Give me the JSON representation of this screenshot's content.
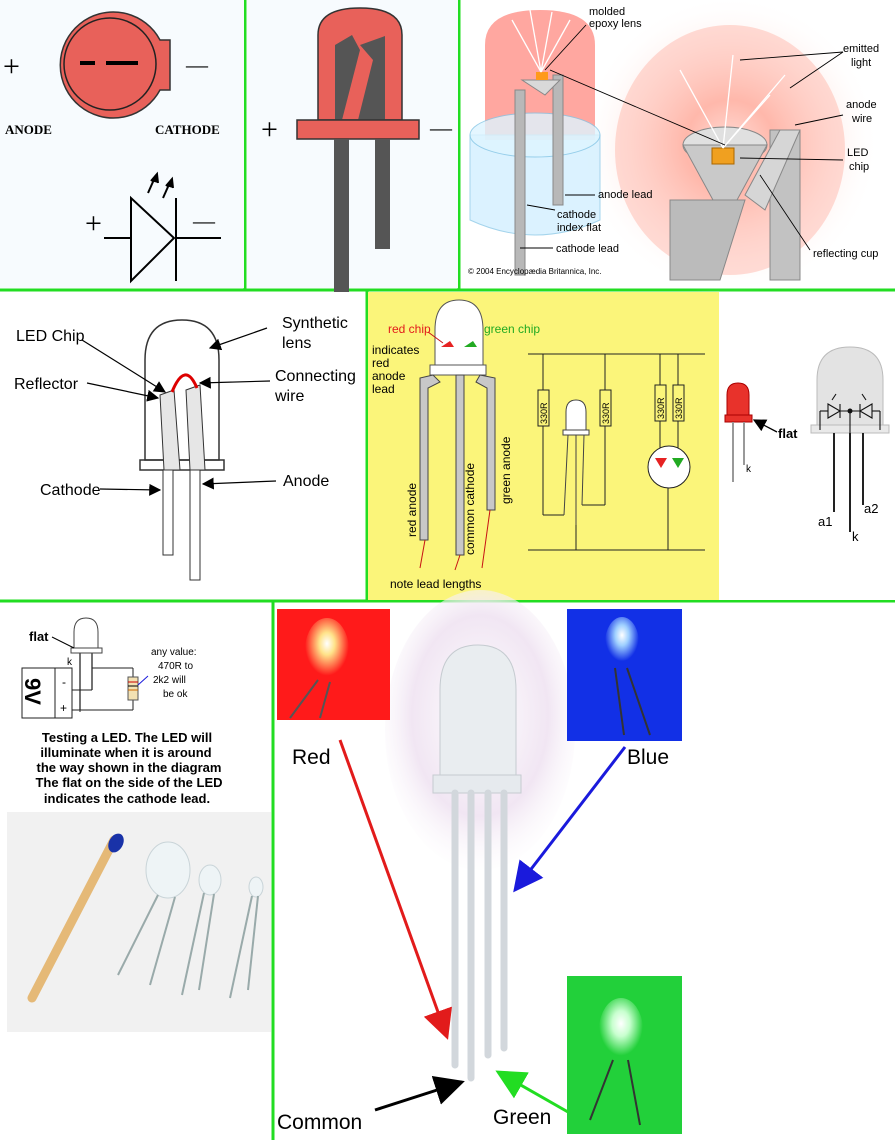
{
  "p1": {
    "anode": "ANODE",
    "cathode": "CATHODE",
    "plus": "+",
    "minus": "—"
  },
  "p2": {
    "plus": "+",
    "minus": "—"
  },
  "p3": {
    "molded": "molded",
    "epoxy_lens": "epoxy lens",
    "emitted": "emitted",
    "light": "light",
    "anode": "anode",
    "wire": "wire",
    "led": "LED",
    "chip": "chip",
    "anode_lead": "anode lead",
    "cathode": "cathode",
    "index_flat": "index flat",
    "cathode_lead": "cathode lead",
    "reflecting_cup": "reflecting cup",
    "copyright": "© 2004 Encyclopædia Britannica, Inc."
  },
  "p4": {
    "led_chip": "LED Chip",
    "reflector": "Reflector",
    "cathode": "Cathode",
    "synthetic": "Synthetic",
    "lens": "lens",
    "connecting": "Connecting",
    "wire": "wire",
    "anode": "Anode"
  },
  "p5": {
    "red_chip": "red chip",
    "green_chip": "green chip",
    "indicates": "indicates",
    "red": "red",
    "anode": "anode",
    "lead": "lead",
    "red_anode": "red anode",
    "common_cathode": "common cathode",
    "green_anode": "green anode",
    "note": "note lead lengths",
    "r1": "330R",
    "r2": "330R",
    "r3": "330R",
    "r4": "330R"
  },
  "p6": {
    "flat": "flat",
    "k": "k"
  },
  "p7": {
    "a1": "a1",
    "a2": "a2",
    "k": "k"
  },
  "p8": {
    "flat": "flat",
    "k": "k",
    "battery": "9V",
    "minus": "-",
    "plus": "+",
    "any_value": "any value:",
    "range1": "470R to",
    "range2": "2k2 will",
    "range3": "be ok",
    "caption1": "Testing a LED. The LED will",
    "caption2": "illuminate when it is around",
    "caption3": "the way shown in the diagram",
    "caption4": "The flat on the side of the LED",
    "caption5": "indicates the cathode lead."
  },
  "p9": {
    "red": "Red",
    "blue": "Blue",
    "common": "Common",
    "green": "Green"
  },
  "colors": {
    "divider": "#22dd22",
    "led_red": "#e8615a",
    "yellow_bg": "#fbf57a"
  }
}
